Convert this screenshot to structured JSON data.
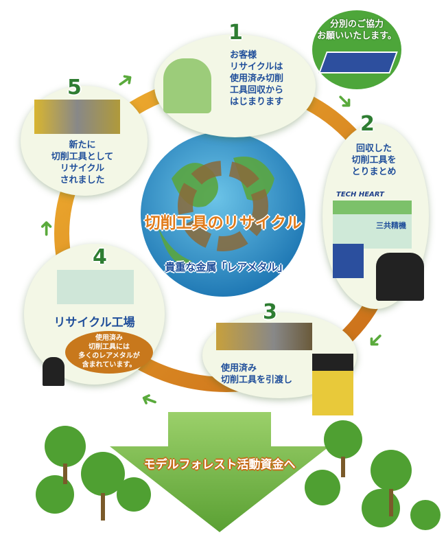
{
  "title": "切削工具のリサイクル",
  "subtitle": "貴重な金属「レアメタル」",
  "request_bubble": {
    "line1": "分別のご協力",
    "line2": "お願いいたします。"
  },
  "steps": [
    {
      "number": "1",
      "lines": [
        "お客様",
        "リサイクルは",
        "使用済み切削",
        "工具回収から",
        "はじまります"
      ]
    },
    {
      "number": "2",
      "lines": [
        "回収した",
        "切削工具を",
        "とりまとめ"
      ],
      "company_logo": "TECH HEART",
      "company_name": "三共精機"
    },
    {
      "number": "3",
      "lines": [
        "使用済み",
        "切削工具を引渡し"
      ]
    },
    {
      "number": "4",
      "title": "リサイクル工場",
      "speech": [
        "使用済み",
        "切削工具には",
        "多くのレアメタルが",
        "含まれています。"
      ]
    },
    {
      "number": "5",
      "lines": [
        "新たに",
        "切削工具として",
        "リサイクル",
        "されました"
      ]
    }
  ],
  "bottom_banner": "モデルフォレスト活動資金へ",
  "colors": {
    "ring": "#d9861f",
    "green": "#5aaa3c",
    "text_blue": "#1f4e9a",
    "title_orange": "#e07b1a"
  }
}
